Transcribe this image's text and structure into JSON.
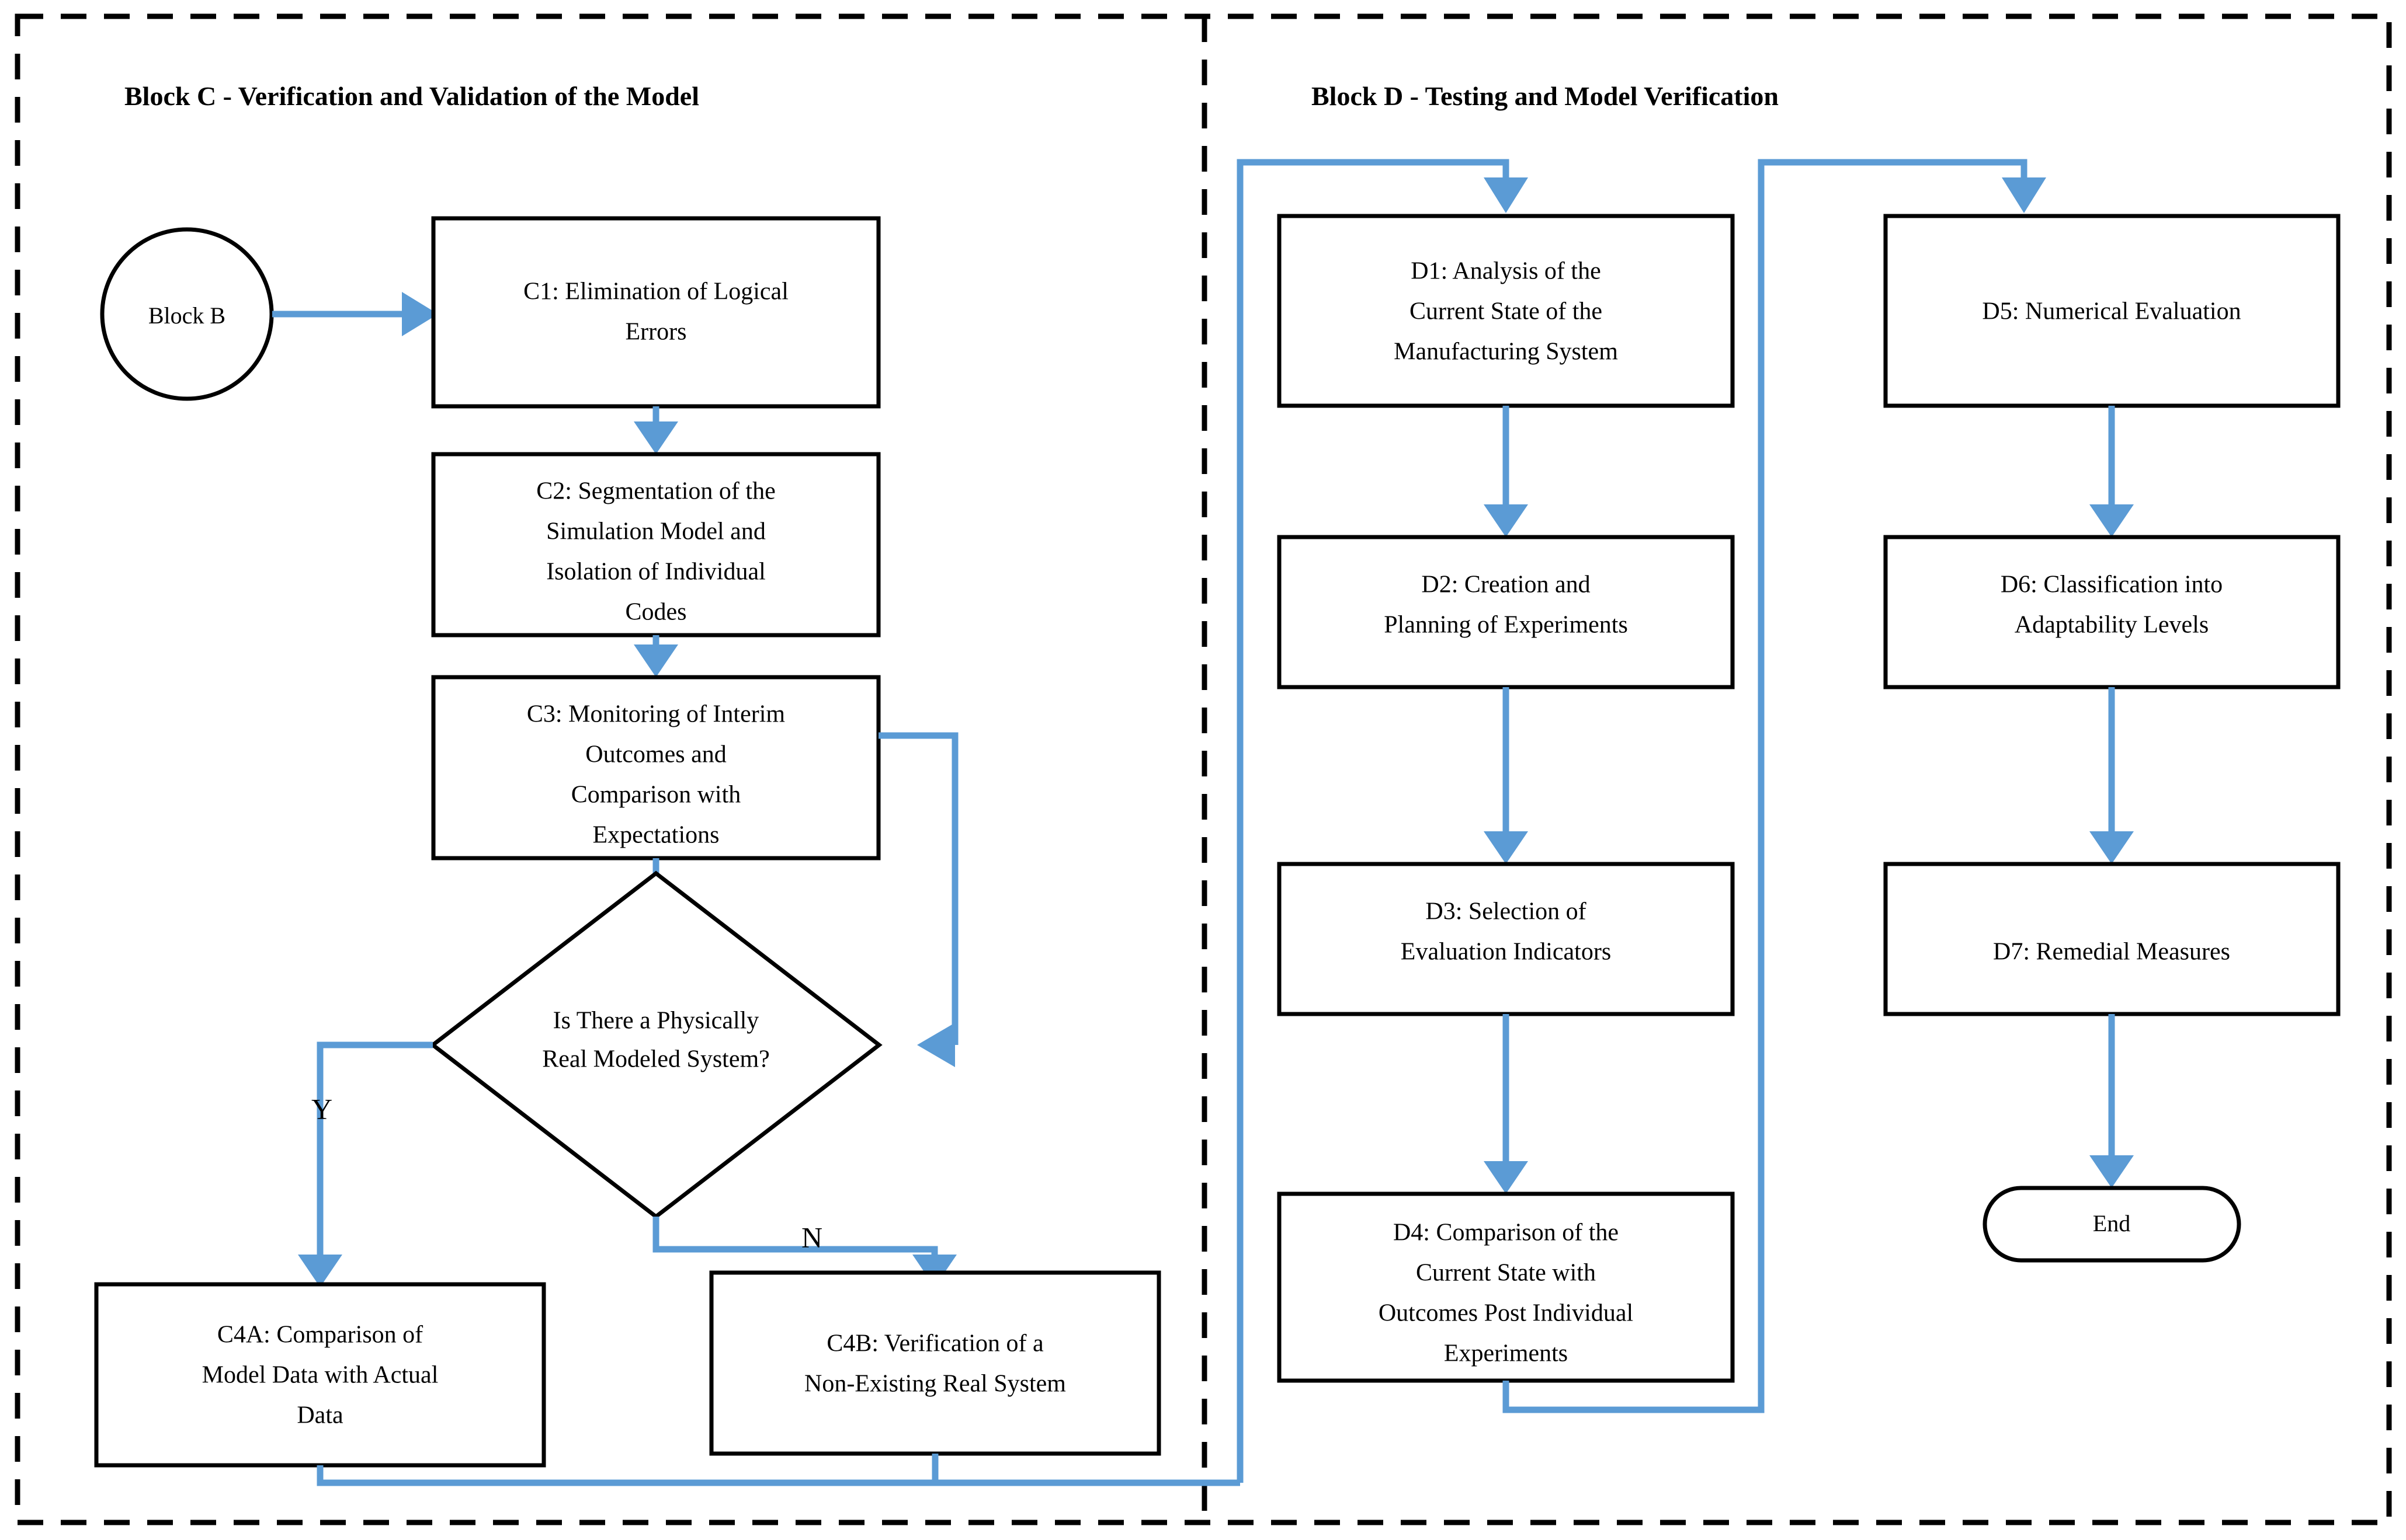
{
  "diagram": {
    "type": "flowchart",
    "title_left": "Block C - Verification and Validation of the Model",
    "title_right": "Block D - Testing and Model Verification",
    "accent_color": "#5B9BD5",
    "outline_color": "#000000",
    "background_color": "#FFFFFF"
  },
  "block_c": {
    "title": "Block C - Verification and Validation of the Model",
    "start_node": "Block B",
    "nodes": {
      "c1": "C1: Elimination of Logical Errors",
      "c2": "C2: Segmentation of the Simulation Model and Isolation of Individual Codes",
      "c3": "C3: Monitoring of Interim Outcomes and Comparison with Expectations",
      "decision": "Is There a Physically Real Modeled System?",
      "c4a": "C4A: Comparison of Model Data with Actual Data",
      "c4b": "C4B: Verification of a Non-Existing Real System"
    },
    "lines": {
      "c1": [
        "C1: Elimination of Logical",
        "Errors"
      ],
      "c2": [
        "C2: Segmentation of the",
        "Simulation Model and",
        "Isolation of Individual",
        "Codes"
      ],
      "c3": [
        "C3: Monitoring of Interim",
        "Outcomes and",
        "Comparison with",
        "Expectations"
      ],
      "decision": [
        "Is There a Physically",
        "Real Modeled System?"
      ],
      "c4a": [
        "C4A: Comparison of",
        "Model Data with Actual",
        "Data"
      ],
      "c4b": [
        "C4B: Verification of a",
        "Non-Existing Real System"
      ]
    },
    "branch_yes": "Y",
    "branch_no": "N"
  },
  "block_d": {
    "title": "Block D - Testing and Model Verification",
    "end_node": "End",
    "nodes": {
      "d1": "D1: Analysis of the Current State of the Manufacturing System",
      "d2": "D2: Creation and Planning of Experiments",
      "d3": "D3: Selection of Evaluation Indicators",
      "d4": "D4: Comparison of the Current State with Outcomes Post Individual Experiments",
      "d5": "D5: Numerical Evaluation",
      "d6": "D6: Classification into Adaptability Levels",
      "d7": "D7: Remedial Measures"
    },
    "lines": {
      "d1": [
        "D1: Analysis of the",
        "Current State of the",
        "Manufacturing System"
      ],
      "d2": [
        "D2: Creation and",
        "Planning of Experiments"
      ],
      "d3": [
        "D3: Selection of",
        "Evaluation Indicators"
      ],
      "d4": [
        "D4: Comparison of the",
        "Current State with",
        "Outcomes Post Individual",
        "Experiments"
      ],
      "d5": [
        "D5: Numerical Evaluation"
      ],
      "d6": [
        "D6: Classification into",
        "Adaptability Levels"
      ],
      "d7": [
        "D7: Remedial Measures"
      ]
    }
  }
}
